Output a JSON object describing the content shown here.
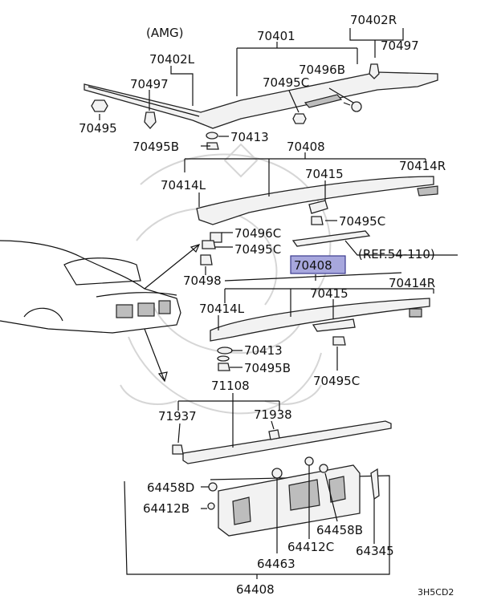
{
  "diagram": {
    "variant_note": "(AMG)",
    "reference": "(REF.54-110)",
    "code": "3H5CD2",
    "highlight_color": "#a7a7dd",
    "parts": {
      "p70402R": "70402R",
      "p70401": "70401",
      "p70497_r": "70497",
      "p70402L": "70402L",
      "p70496B": "70496B",
      "p70497_l": "70497",
      "p70495C_a": "70495C",
      "p70495": "70495",
      "p70413_a": "70413",
      "p70495B_a": "70495B",
      "p70408_a": "70408",
      "p70414R_a": "70414R",
      "p70414L_a": "70414L",
      "p70415_a": "70415",
      "p70495C_b": "70495C",
      "p70496C": "70496C",
      "p70495C_c": "70495C",
      "p70498": "70498",
      "p70408_b": "70408",
      "p70415_b": "70415",
      "p70414R_b": "70414R",
      "p70414L_b": "70414L",
      "p70413_b": "70413",
      "p70495B_b": "70495B",
      "p70495C_d": "70495C",
      "p71108": "71108",
      "p71937": "71937",
      "p71938": "71938",
      "p64458D": "64458D",
      "p64412B": "64412B",
      "p64458B": "64458B",
      "p64345": "64345",
      "p64412C": "64412C",
      "p64463": "64463",
      "p64408": "64408"
    }
  }
}
